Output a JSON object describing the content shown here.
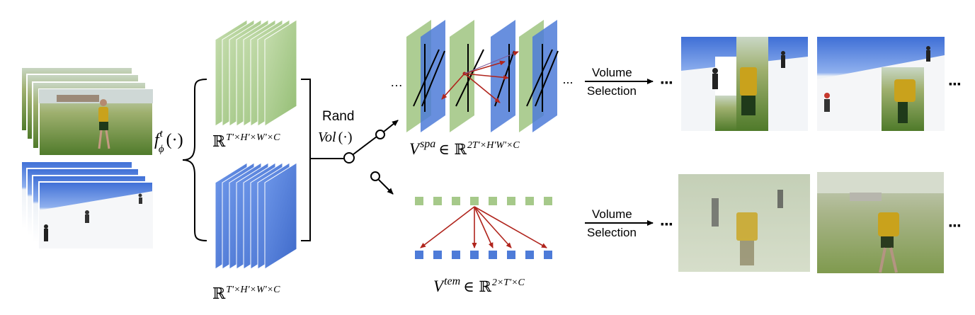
{
  "labels": {
    "func": "f",
    "func_sup": "t",
    "func_sub": "ϕ",
    "func_args": "(·)",
    "shape_green": "ℝ",
    "shape_green_sup": "T'×H'×W'×C",
    "shape_blue": "ℝ",
    "shape_blue_sup": "T'×H'×W'×C",
    "rand": "Rand",
    "vol": "Vol",
    "vol_args": "(·)",
    "v_spa": "V",
    "v_spa_sup": "spa",
    "v_spa_in": "∈ ℝ",
    "v_spa_dim": "2T'×H'W'×C",
    "v_tem": "V",
    "v_tem_sup": "tem",
    "v_tem_in": "∈ ℝ",
    "v_tem_dim": "2×T'×C",
    "volume_1": "Volume",
    "selection_1": "Selection",
    "volume_2": "Volume",
    "selection_2": "Selection",
    "ellipsis": "…",
    "dots_top_mid": "···",
    "dots_top_right": "···",
    "dots_top_end": "···",
    "dots_bottom_right": "···",
    "dots_bottom_end": "···"
  },
  "colors": {
    "green": "#a6c98a",
    "blue": "#4d7bd8",
    "arrow_red": "#b0241c",
    "frame_green_border": "#6f9a52"
  }
}
